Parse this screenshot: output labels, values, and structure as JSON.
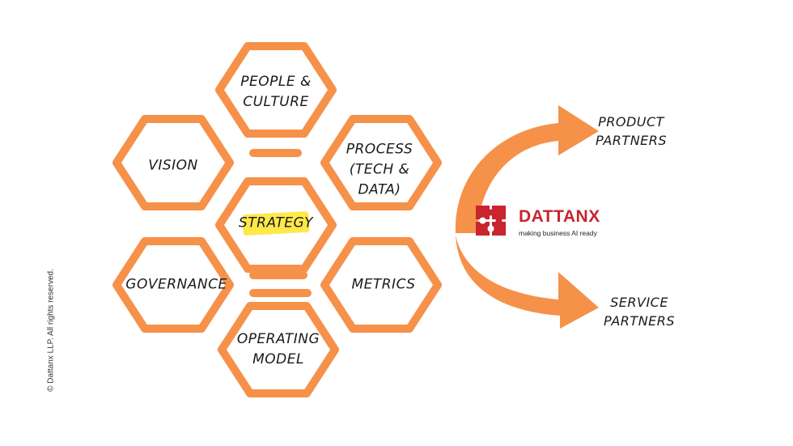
{
  "colors": {
    "hex_stroke": "#f6914a",
    "arrow": "#f6914a",
    "highlight": "#ffe84a",
    "brand_red": "#c8252e",
    "text": "#1a1a1a"
  },
  "hexagons": {
    "people_culture": "PEOPLE &\nCULTURE",
    "vision": "VISION",
    "process": "PROCESS\n(TECH &\nDATA)",
    "strategy": "STRATEGY",
    "governance": "GOVERNANCE",
    "metrics": "METRICS",
    "operating_model": "OPERATING\nMODEL"
  },
  "partners": {
    "product": "PRODUCT\nPARTNERS",
    "service": "SERVICE\nPARTNERS"
  },
  "logo": {
    "name": "DATTANX",
    "tagline": "making business AI ready",
    "icon": "puzzle-icon"
  },
  "copyright": "© Dattanx LLP. All rights reserved."
}
